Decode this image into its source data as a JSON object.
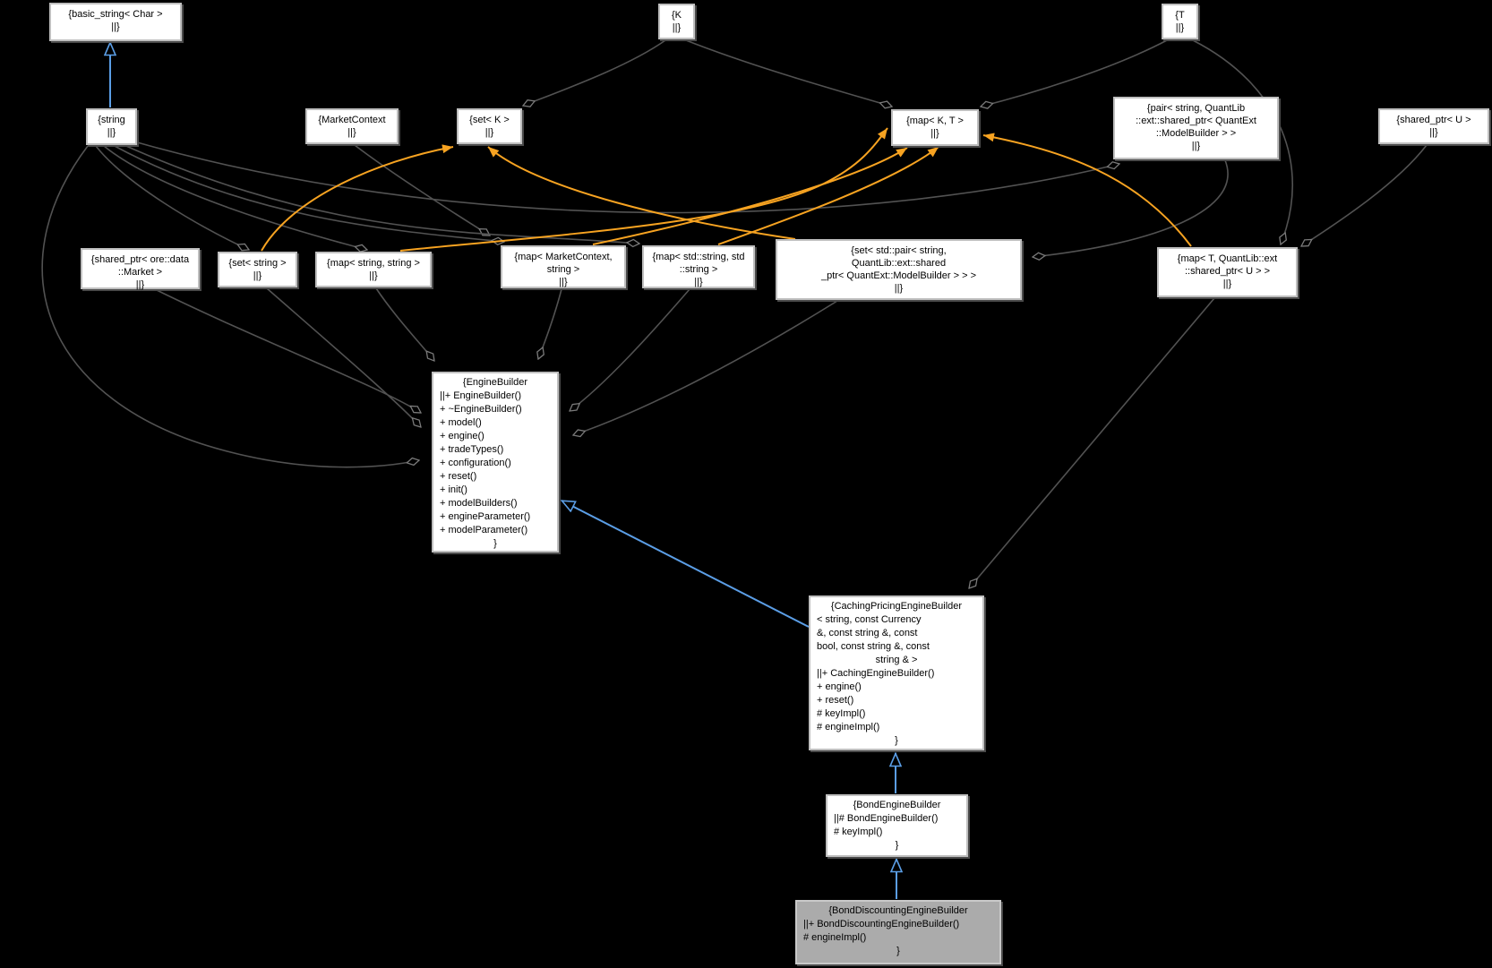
{
  "diagram": {
    "kind": "uml-collaboration-graph",
    "background": "#000000",
    "colors": {
      "inheritance_edge": "#5b9ee6",
      "template_edge": "#f7a321",
      "aggregation_edge": "#525252",
      "node_fill": "#ffffff",
      "node_border": "#bfbfbf",
      "selected_node_fill": "#ababab",
      "text": "#000000"
    }
  },
  "nodes": {
    "basic_string": {
      "lines": [
        "{basic_string< Char >",
        "||}"
      ]
    },
    "k": {
      "lines": [
        "{K",
        "||}"
      ]
    },
    "t": {
      "lines": [
        "{T",
        "||}"
      ]
    },
    "string": {
      "lines": [
        "{string",
        "||}"
      ]
    },
    "market_context": {
      "lines": [
        "{MarketContext",
        "||}"
      ]
    },
    "set_k": {
      "lines": [
        "{set< K >",
        "||}"
      ]
    },
    "map_k_t": {
      "lines": [
        "{map< K, T >",
        "||}"
      ]
    },
    "pair": {
      "lines": [
        "{pair< string, QuantLib",
        "::ext::shared_ptr< QuantExt",
        "::ModelBuilder > >",
        "||}"
      ]
    },
    "shared_ptr_u": {
      "lines": [
        "{shared_ptr< U >",
        "||}"
      ]
    },
    "shared_ptr_market": {
      "lines": [
        "{shared_ptr< ore::data",
        "::Market >",
        "||}"
      ]
    },
    "set_string": {
      "lines": [
        "{set< string >",
        "||}"
      ]
    },
    "map_string_string": {
      "lines": [
        "{map< string, string >",
        "||}"
      ]
    },
    "map_mc_string": {
      "lines": [
        "{map< MarketContext,",
        "string >",
        "||}"
      ]
    },
    "map_std_string": {
      "lines": [
        "{map< std::string, std",
        "::string >",
        "||}"
      ]
    },
    "set_pair": {
      "lines": [
        "{set< std::pair< string,",
        "QuantLib::ext::shared",
        "_ptr< QuantExt::ModelBuilder > > >",
        "||}"
      ]
    },
    "map_t_u": {
      "lines": [
        "{map< T, QuantLib::ext",
        "::shared_ptr< U > >",
        "||}"
      ]
    },
    "engine_builder": {
      "lines": [
        "{EngineBuilder",
        "||+ EngineBuilder()",
        "+ ~EngineBuilder()",
        "+ model()",
        "+ engine()",
        "+ tradeTypes()",
        "+ configuration()",
        "+ reset()",
        "+ init()",
        "+ modelBuilders()",
        "+ engineParameter()",
        "+ modelParameter()",
        "}"
      ]
    },
    "caching": {
      "lines": [
        "{CachingPricingEngineBuilder",
        "< string, const Currency",
        "&, const string &, const",
        "bool, const string &, const",
        "string & >",
        "||+ CachingEngineBuilder()",
        "+ engine()",
        "+ reset()",
        "# keyImpl()",
        "# engineImpl()",
        "}"
      ]
    },
    "bond_eb": {
      "lines": [
        "{BondEngineBuilder",
        "||# BondEngineBuilder()",
        "# keyImpl()",
        "}"
      ]
    },
    "bond_disc": {
      "lines": [
        "{BondDiscountingEngineBuilder",
        "||+ BondDiscountingEngineBuilder()",
        "# engineImpl()",
        "}"
      ]
    }
  },
  "edges": [
    {
      "from": "string",
      "to": "basic_string",
      "kind": "inheritance"
    },
    {
      "from": "caching",
      "to": "engine_builder",
      "kind": "inheritance"
    },
    {
      "from": "bond_eb",
      "to": "caching",
      "kind": "inheritance"
    },
    {
      "from": "bond_disc",
      "to": "bond_eb",
      "kind": "inheritance"
    },
    {
      "from": "set_k",
      "to": "k",
      "kind": "aggregation"
    },
    {
      "from": "map_k_t",
      "to": "k",
      "kind": "aggregation"
    },
    {
      "from": "map_k_t",
      "to": "t",
      "kind": "aggregation"
    },
    {
      "from": "map_t_u",
      "to": "t",
      "kind": "aggregation"
    },
    {
      "from": "map_t_u",
      "to": "shared_ptr_u",
      "kind": "aggregation"
    },
    {
      "from": "set_string",
      "to": "string",
      "kind": "aggregation"
    },
    {
      "from": "map_string_string",
      "to": "string",
      "kind": "aggregation"
    },
    {
      "from": "map_mc_string",
      "to": "string",
      "kind": "aggregation"
    },
    {
      "from": "map_mc_string",
      "to": "market_context",
      "kind": "aggregation"
    },
    {
      "from": "map_std_string",
      "to": "string",
      "kind": "aggregation"
    },
    {
      "from": "pair",
      "to": "string",
      "kind": "aggregation"
    },
    {
      "from": "set_pair",
      "to": "pair",
      "kind": "aggregation"
    },
    {
      "from": "engine_builder",
      "to": "shared_ptr_market",
      "kind": "aggregation"
    },
    {
      "from": "engine_builder",
      "to": "set_string",
      "kind": "aggregation"
    },
    {
      "from": "engine_builder",
      "to": "string",
      "kind": "aggregation"
    },
    {
      "from": "engine_builder",
      "to": "map_string_string",
      "kind": "aggregation"
    },
    {
      "from": "engine_builder",
      "to": "map_mc_string",
      "kind": "aggregation"
    },
    {
      "from": "engine_builder",
      "to": "map_std_string",
      "kind": "aggregation"
    },
    {
      "from": "engine_builder",
      "to": "set_pair",
      "kind": "aggregation"
    },
    {
      "from": "caching",
      "to": "map_t_u",
      "kind": "aggregation"
    },
    {
      "from": "set_string",
      "to": "set_k",
      "kind": "template"
    },
    {
      "from": "set_pair",
      "to": "set_k",
      "kind": "template"
    },
    {
      "from": "map_string_string",
      "to": "map_k_t",
      "kind": "template"
    },
    {
      "from": "map_mc_string",
      "to": "map_k_t",
      "kind": "template"
    },
    {
      "from": "map_std_string",
      "to": "map_k_t",
      "kind": "template"
    },
    {
      "from": "map_t_u",
      "to": "map_k_t",
      "kind": "template"
    }
  ]
}
